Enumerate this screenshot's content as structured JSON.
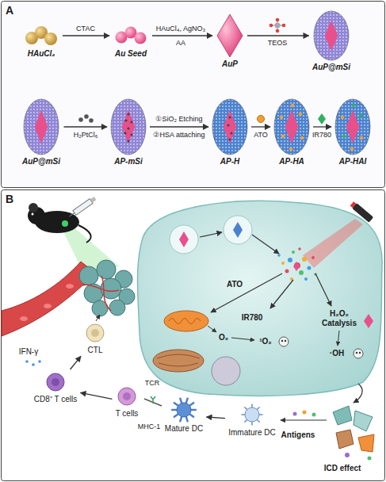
{
  "diagram": {
    "nodes": [
      {
        "text": [
          "HAuCl₄"
        ]
      },
      {
        "text": [
          "Au Seed"
        ]
      },
      {
        "text": [
          "AuP"
        ]
      },
      {
        "text": [
          "AuP@mSi"
        ]
      },
      {
        "text": [
          "AuP@mSi"
        ]
      },
      {
        "text": [
          "AP-mSi"
        ]
      },
      {
        "text": [
          "AP-H"
        ]
      },
      {
        "text": [
          "AP-HA"
        ]
      },
      {
        "text": [
          "AP-HAI"
        ]
      },
      {
        "text": [
          "Immature DC"
        ]
      },
      {
        "text": [
          "Mature DC"
        ]
      },
      {
        "text": [
          "T cells"
        ]
      },
      {
        "text": [
          "CD8⁺ T cells"
        ]
      },
      {
        "text": [
          "CTL"
        ]
      }
    ],
    "edges": [
      {
        "from": 0,
        "to": 1,
        "arrow": "to"
      },
      {
        "from": 1,
        "to": 2,
        "arrow": "to"
      },
      {
        "from": 2,
        "to": 3,
        "arrow": "to"
      },
      {
        "from": 4,
        "to": 5,
        "arrow": "to"
      },
      {
        "from": 5,
        "to": 6,
        "arrow": "to"
      },
      {
        "from": 6,
        "to": 7,
        "arrow": "to"
      },
      {
        "from": 7,
        "to": 8,
        "arrow": "to"
      },
      {
        "from": 9,
        "to": 10,
        "arrow": "to"
      },
      {
        "from": 11,
        "to": 12,
        "arrow": "to"
      },
      {
        "from": 12,
        "to": 13,
        "arrow": "to"
      }
    ],
    "labels": [
      "A",
      "B",
      "CTAC",
      "HAuCl₄, AgNO₃",
      "AA",
      "TEOS",
      "H₂PtCl₆",
      "①SiO₂ Etching",
      "②HSA attaching",
      "ATO",
      "IR780",
      "ATO",
      "IR780",
      "O₂",
      "¹O₂",
      "H₂O₂ Catalysis",
      "·OH",
      "ICD effect",
      "Antigens",
      "TCR",
      "MHC-1",
      "IFN-γ"
    ]
  }
}
